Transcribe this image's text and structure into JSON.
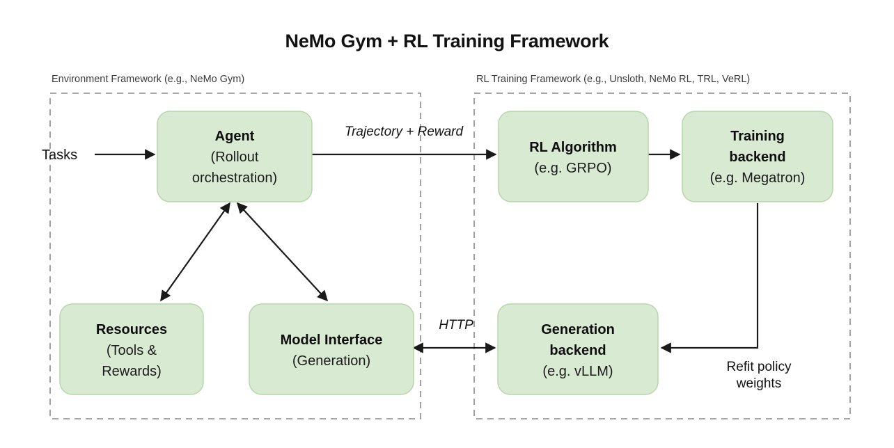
{
  "title": "NeMo Gym + RL Training Framework",
  "groups": [
    {
      "id": "env",
      "label": "Environment Framework (e.g., NeMo Gym)"
    },
    {
      "id": "rl",
      "label": "RL Training Framework (e.g., Unsloth, NeMo RL, TRL, VeRL)"
    }
  ],
  "nodes": [
    {
      "id": "agent",
      "title": "Agent",
      "sub_lines": [
        "(Rollout",
        "orchestration)"
      ]
    },
    {
      "id": "resources",
      "title": "Resources",
      "sub_lines": [
        "(Tools &",
        "Rewards)"
      ]
    },
    {
      "id": "model_if",
      "title": "Model Interface",
      "sub_lines": [
        "(Generation)"
      ]
    },
    {
      "id": "rl_algo",
      "title": "RL Algorithm",
      "sub_lines": [
        "(e.g. GRPO)"
      ]
    },
    {
      "id": "train_be",
      "title_lines": [
        "Training",
        "backend"
      ],
      "sub_lines": [
        "(e.g. Megatron)"
      ]
    },
    {
      "id": "gen_be",
      "title_lines": [
        "Generation",
        "backend"
      ],
      "sub_lines": [
        "(e.g. vLLM)"
      ]
    }
  ],
  "edge_labels": {
    "tasks": "Tasks",
    "trajectory_reward": "Trajectory + Reward",
    "http": "HTTP",
    "refit_line1": "Refit policy",
    "refit_line2": "weights"
  },
  "colors": {
    "node_fill": "#d9ead3",
    "node_stroke": "#b6d7a8",
    "edge": "#1a1a1a",
    "group_frame": "#8a8a8a",
    "text": "#111111",
    "background": "#ffffff"
  }
}
